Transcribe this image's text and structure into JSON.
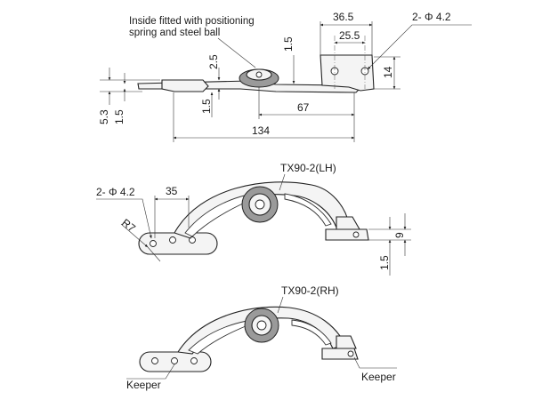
{
  "side_view": {
    "note_line1": "Inside fitted with positioning",
    "note_line2": "spring and steel ball",
    "dim_36_5": "36.5",
    "dim_25_5": "25.5",
    "dim_hole": "2- Φ 4.2",
    "dim_1_5_top": "1.5",
    "dim_2_5": "2.5",
    "dim_14": "14",
    "dim_5_3": "5.3",
    "dim_1_5_left": "1.5",
    "dim_1_5_mid": "1.5",
    "dim_67": "67",
    "dim_134": "134"
  },
  "lh_view": {
    "model_label": "TX90-2(LH)",
    "dim_hole": "2- Φ 4.2",
    "dim_35": "35",
    "dim_r7": "R7",
    "dim_9": "9",
    "dim_1_5": "1.5"
  },
  "rh_view": {
    "model_label": "TX90-2(RH)",
    "keeper_left": "Keeper",
    "keeper_right": "Keeper"
  }
}
